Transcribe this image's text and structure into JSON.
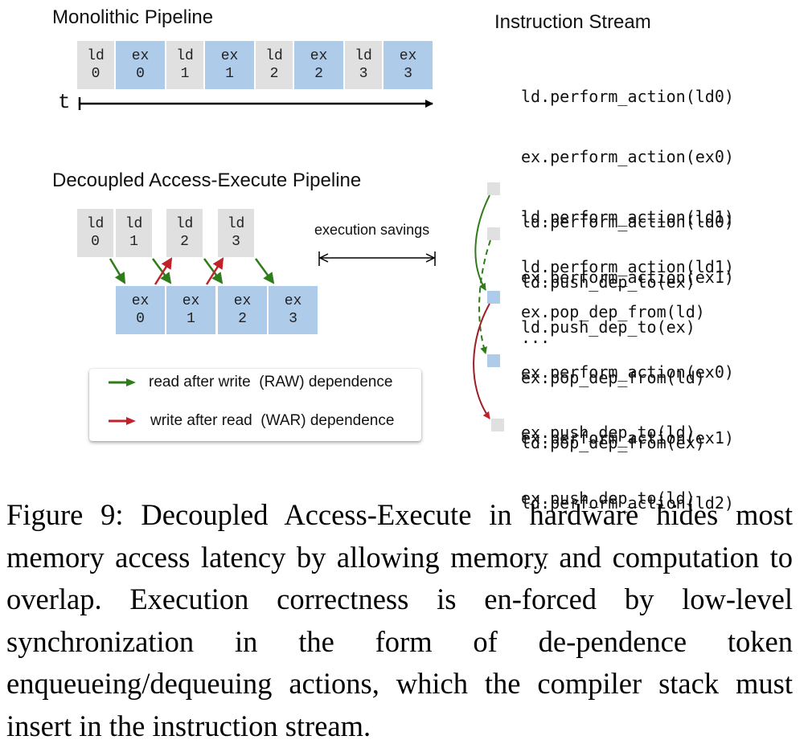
{
  "figure": {
    "monolithic": {
      "title": "Monolithic Pipeline",
      "time_label": "t",
      "stages": [
        {
          "unit": "ld",
          "index": "0"
        },
        {
          "unit": "ex",
          "index": "0"
        },
        {
          "unit": "ld",
          "index": "1"
        },
        {
          "unit": "ex",
          "index": "1"
        },
        {
          "unit": "ld",
          "index": "2"
        },
        {
          "unit": "ex",
          "index": "2"
        },
        {
          "unit": "ld",
          "index": "3"
        },
        {
          "unit": "ex",
          "index": "3"
        }
      ]
    },
    "decoupled": {
      "title": "Decoupled Access-Execute Pipeline",
      "ld_stages": [
        {
          "unit": "ld",
          "index": "0"
        },
        {
          "unit": "ld",
          "index": "1"
        },
        {
          "unit": "ld",
          "index": "2"
        },
        {
          "unit": "ld",
          "index": "3"
        }
      ],
      "ex_stages": [
        {
          "unit": "ex",
          "index": "0"
        },
        {
          "unit": "ex",
          "index": "1"
        },
        {
          "unit": "ex",
          "index": "2"
        },
        {
          "unit": "ex",
          "index": "3"
        }
      ],
      "savings_label": "execution savings"
    },
    "legend": {
      "raw": {
        "label": "read after write  (RAW) dependence",
        "color": "#2e7d1a"
      },
      "war": {
        "label": "write after read  (WAR) dependence",
        "color": "#c0222a"
      }
    },
    "instruction_stream": {
      "title": "Instruction Stream",
      "monolithic_lines": [
        "ld.perform_action(ld0)",
        "ex.perform_action(ex0)",
        "ld.perform_action(ld1)",
        "ex.perform_action(ex1)",
        "..."
      ],
      "decoupled_groups": [
        [
          "ld.perform_action(ld0)",
          "ld.push_dep_to(ex)"
        ],
        [
          "ld.perform_action(ld1)",
          "ld.push_dep_to(ex)"
        ],
        [
          "ex.pop_dep_from(ld)",
          "ex.perform_action(ex0)",
          "ex.push_dep_to(ld)"
        ],
        [
          "ex.pop_dep_from(ld)",
          "ex.perform_action(ex1)",
          "ex.push_dep_to(ld)"
        ],
        [
          "ld.pop_dep_from(ex)",
          "ld.perform_action(ld2)",
          "..."
        ]
      ]
    },
    "colors": {
      "ld_fill": "#e0e0e0",
      "ex_fill": "#aecbea"
    }
  },
  "caption": "Figure 9: Decoupled Access-Execute in hardware hides most memory access latency by allowing memory and computation to overlap.  Execution correctness is en-forced by low-level synchronization in the form of de-pendence token enqueueing/dequeuing actions, which the compiler stack must insert in the instruction stream."
}
